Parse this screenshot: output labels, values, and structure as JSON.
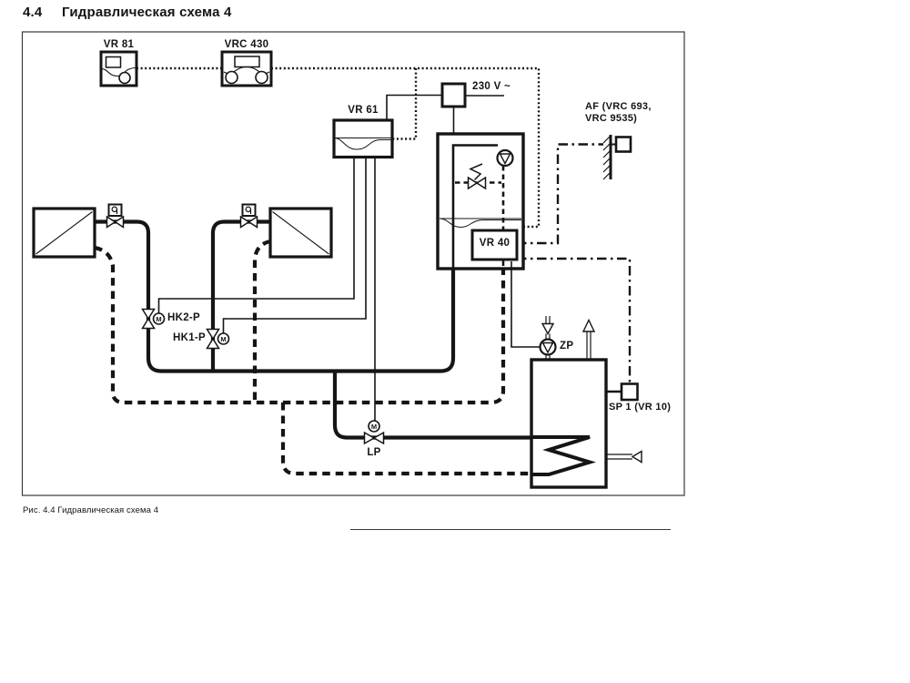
{
  "page": {
    "heading_number": "4.4",
    "heading_title": "Гидравлическая схема 4",
    "caption": "Рис. 4.4 Гидравлическая схема 4"
  },
  "components": {
    "remote_control": "VR 81",
    "system_control": "VRC 430",
    "mixer_module": "VR 61",
    "power_supply": "230 V ~",
    "wiring_module": "VR 40",
    "outdoor_sensor_line1": "AF (VRC 693,",
    "outdoor_sensor_line2": "VRC 9535)",
    "mixed_circuit_pump_2": "HK2-P",
    "mixed_circuit_pump_1": "HK1-P",
    "cylinder_loading_pump": "LP",
    "circulation_pump": "ZP",
    "cylinder_sensor": "SP 1 (VR 10)",
    "motor": "M"
  },
  "colors": {
    "ink": "#151515",
    "frame": "#3a3a3a",
    "background": "#ffffff"
  }
}
